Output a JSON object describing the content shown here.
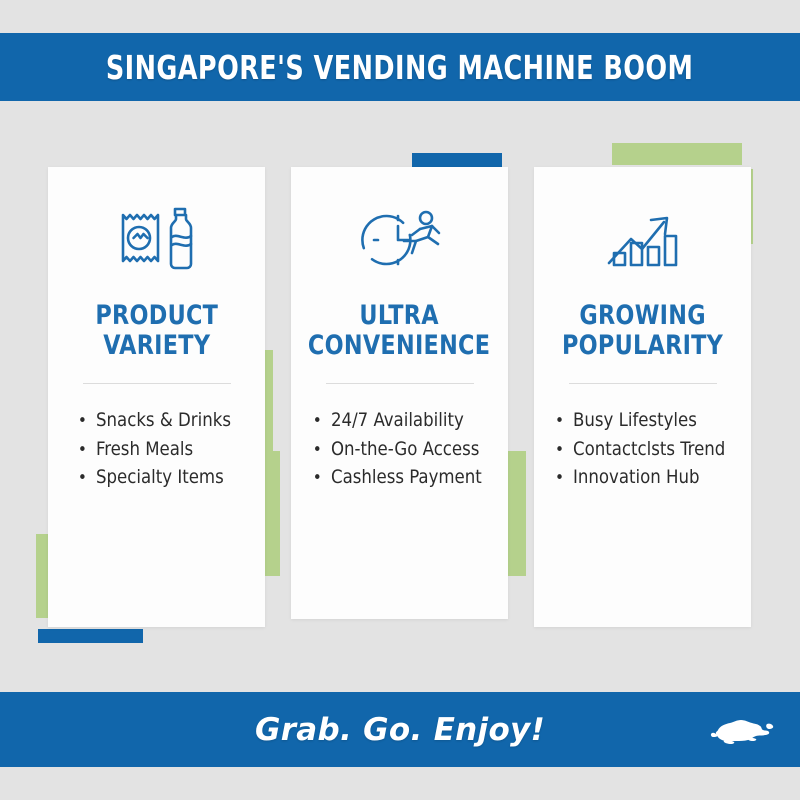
{
  "header": {
    "title": "SINGAPORE'S VENDING MACHINE BOOM"
  },
  "cards": [
    {
      "icon": "snack-bag-and-bottle-icon",
      "title_line1": "PRODUCT",
      "title_line2": "VARIETY",
      "bullets": [
        "Snacks & Drinks",
        "Fresh Meals",
        "Specialty Items"
      ]
    },
    {
      "icon": "clock-and-running-person-icon",
      "title_line1": "ULTRA",
      "title_line2": "CONVENIENCE",
      "bullets": [
        "24/7 Availability",
        "On-the-Go Access",
        "Cashless Payment"
      ]
    },
    {
      "icon": "growth-bar-chart-arrow-icon",
      "title_line1": "GROWING",
      "title_line2": "POPULARITY",
      "bullets": [
        "Busy Lifestyles",
        "Contactclsts Trend",
        "Innovation Hub"
      ]
    }
  ],
  "footer": {
    "tagline": "Grab. Go. Enjoy!",
    "map_icon": "singapore-map-icon"
  },
  "colors": {
    "brand_blue": "#1166ab",
    "title_blue": "#1f6eb0",
    "accent_green": "#b5d18c",
    "background": "#e3e3e3",
    "card_white": "#fdfdfd",
    "body_text": "#2b2b2b"
  }
}
